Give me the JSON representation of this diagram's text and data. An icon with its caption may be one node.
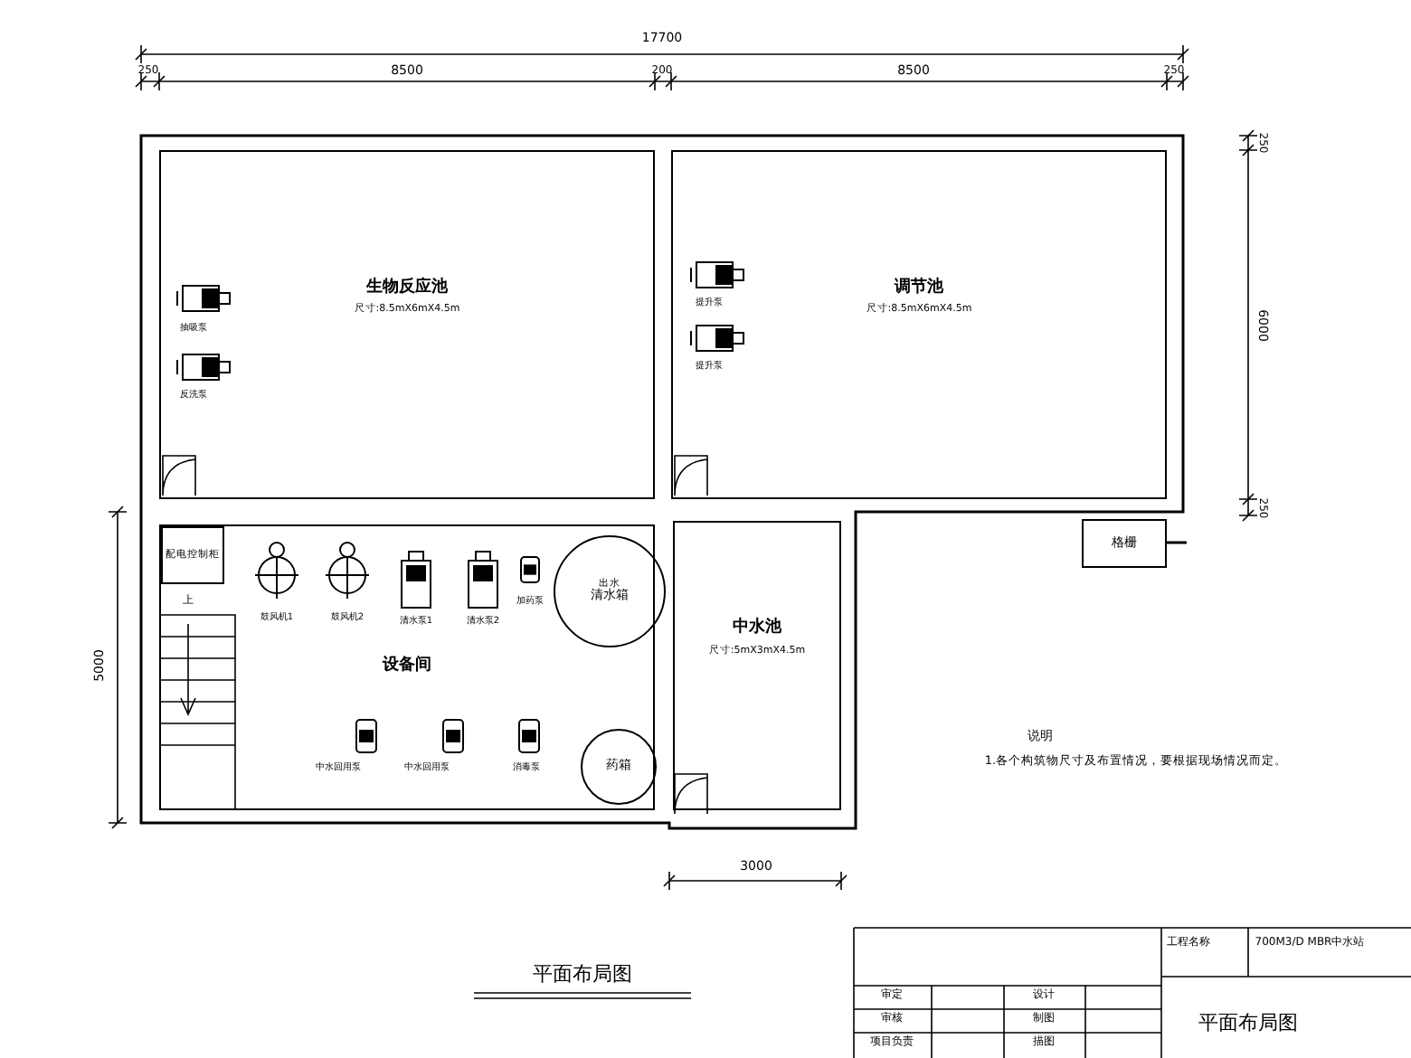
{
  "diagram": {
    "title": "平面布局图",
    "nodes": [
      {
        "text": [
          "生物反应池",
          "尺寸:8.5mX6mX4.5m"
        ]
      },
      {
        "text": [
          "调节池",
          "尺寸:8.5mX6mX4.5m"
        ]
      },
      {
        "text": [
          "设备间"
        ]
      },
      {
        "text": [
          "配电控制柜"
        ],
        "in": 2
      },
      {
        "text": [
          "出水",
          "清水箱"
        ],
        "in": 2
      },
      {
        "text": [
          "药箱"
        ],
        "in": 2
      },
      {
        "text": [
          "中水池",
          "尺寸:5mX3mX4.5m"
        ]
      },
      {
        "text": [
          "格栅"
        ]
      }
    ],
    "edges": [],
    "labels": [
      "17700",
      "250",
      "8500",
      "200",
      "8500",
      "250",
      "250",
      "6000",
      "250",
      "抽吸泵",
      "反洗泵",
      "提升泵",
      "提升泵",
      "5000",
      "上",
      "鼓风机1",
      "鼓风机2",
      "清水泵1",
      "清水泵2",
      "加药泵",
      "中水回用泵",
      "中水回用泵",
      "消毒泵",
      "3000",
      "说明",
      "1.各个构筑物尺寸及布置情况，要根据现场情况而定。",
      "工程名称",
      "700M3/D MBR中水站",
      "审定",
      "设计",
      "审核",
      "制图",
      "项目负责",
      "描图",
      "平面布局图"
    ]
  }
}
